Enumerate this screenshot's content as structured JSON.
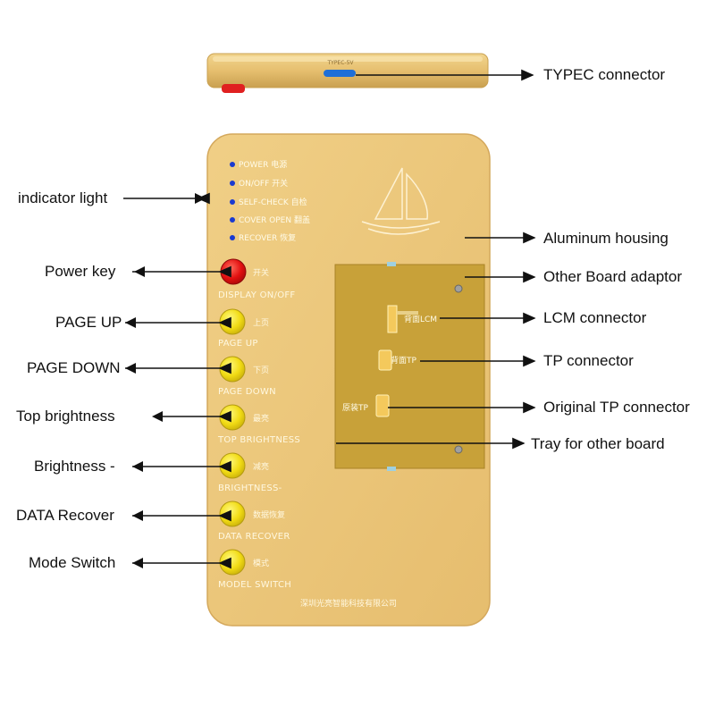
{
  "callouts": {
    "typec": "TYPEC connector",
    "indicator": "indicator light",
    "aluminum": "Aluminum housing",
    "power_key": "Power key",
    "other_board": "Other Board adaptor",
    "lcm": "LCM connector",
    "page_up": "PAGE UP",
    "page_down": "PAGE DOWN",
    "tp": "TP connector",
    "original_tp": "Original TP connector",
    "top_brightness": "Top brightness",
    "tray": "Tray for other board",
    "brightness_minus": "Brightness -",
    "data_recover": "DATA Recover",
    "mode_switch": "Mode Switch"
  },
  "device": {
    "indicators": [
      "POWER 电源",
      "ON/OFF 开关",
      "SELF-CHECK 自检",
      "COVER OPEN 翻盖",
      "RECOVER 恢复"
    ],
    "buttons": {
      "power": {
        "zh": "开关",
        "label": "DISPLAY ON/OFF"
      },
      "page_up": {
        "zh": "上页",
        "label": "PAGE UP"
      },
      "page_down": {
        "zh": "下页",
        "label": "PAGE DOWN"
      },
      "top_brightness": {
        "zh": "最亮",
        "label": "TOP BRIGHTNESS"
      },
      "brightness_minus": {
        "zh": "减亮",
        "label": "BRIGHTNESS-"
      },
      "data_recover": {
        "zh": "数据恢复",
        "label": "DATA RECOVER"
      },
      "model_switch": {
        "zh": "模式",
        "label": "MODEL SWITCH"
      }
    },
    "board": {
      "lcm": "背面LCM",
      "tp": "背面TP",
      "original_tp": "原装TP"
    },
    "company": "深圳光亮智能科技有限公司",
    "top_port_text": "TYPEC-5V",
    "colors": {
      "housing": "#e8c27a",
      "housing_edge": "#d4a85c",
      "tray": "#c9a23a",
      "yellow_button": "#f4e020",
      "red_button": "#e01010",
      "indicator_dot": "#1a3ad0"
    }
  }
}
